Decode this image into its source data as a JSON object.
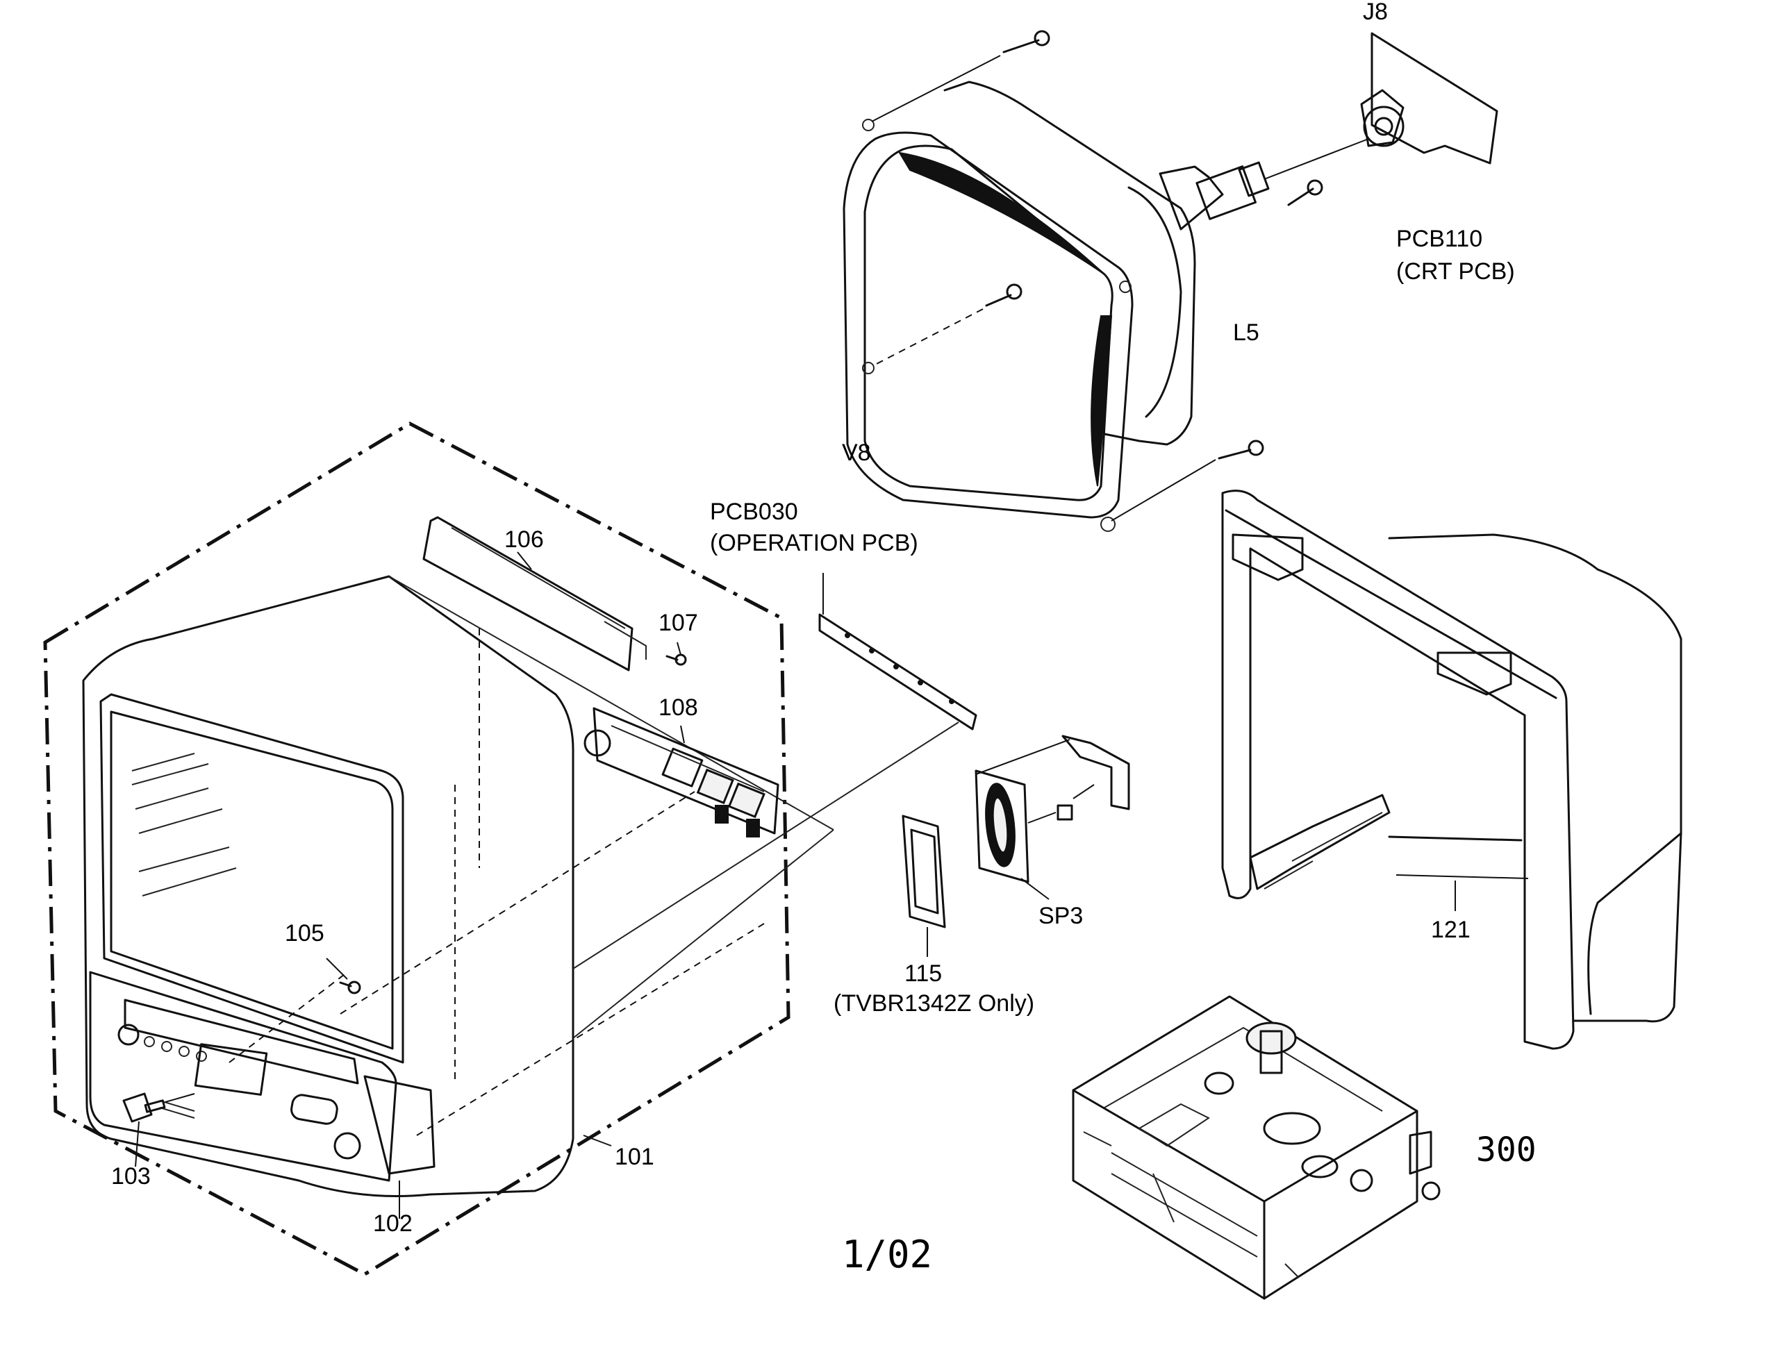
{
  "labels": {
    "j8": "J8",
    "pcb110_name": "PCB110",
    "pcb110_desc": "(CRT PCB)",
    "l5": "L5",
    "v8": "V8",
    "pcb030_name": "PCB030",
    "pcb030_desc": "(OPERATION PCB)",
    "p106": "106",
    "p107": "107",
    "p108": "108",
    "p105": "105",
    "p101": "101",
    "p102": "102",
    "p103": "103",
    "sp3": "SP3",
    "p115": "115",
    "p115_note": "(TVBR1342Z Only)",
    "p121": "121",
    "p300": "300",
    "sheet": "1/02"
  }
}
